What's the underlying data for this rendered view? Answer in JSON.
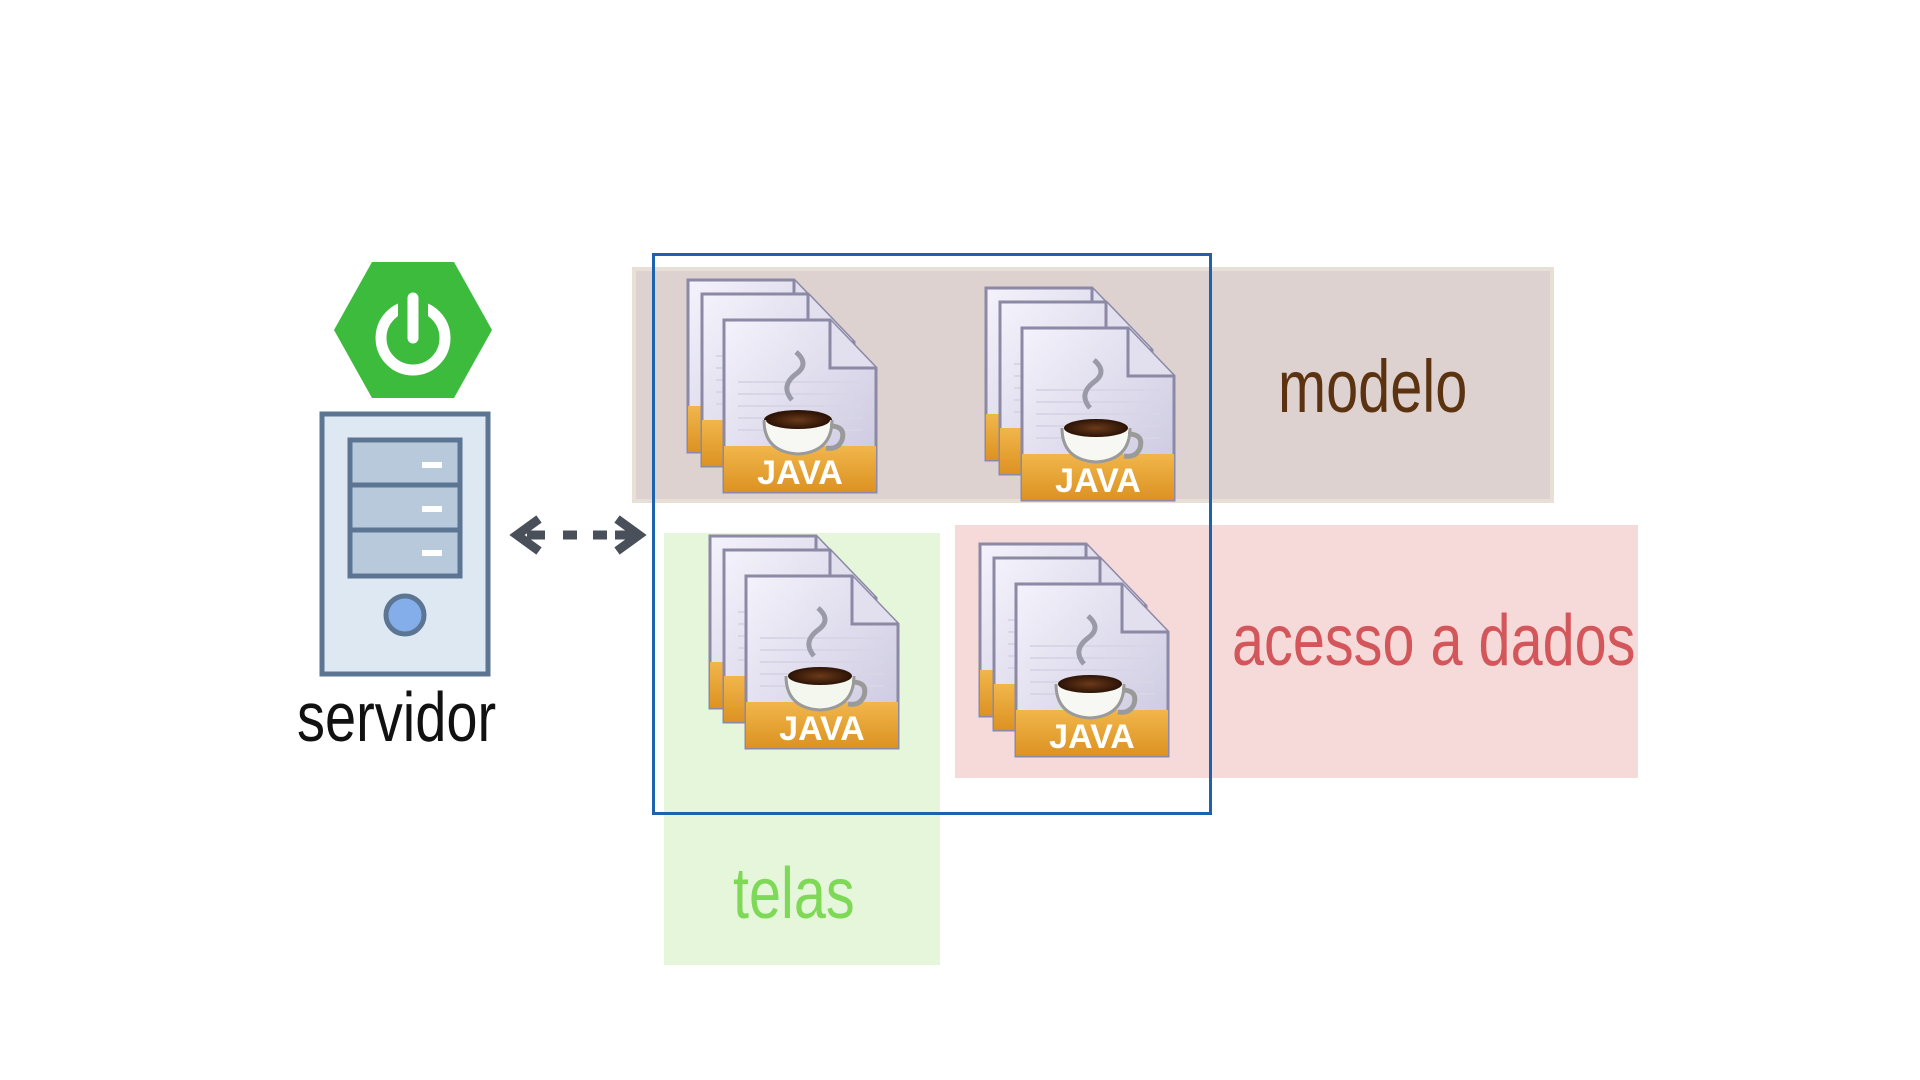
{
  "labels": {
    "modelo": "modelo",
    "acesso": "acesso a dados",
    "telas": "telas",
    "servidor": "servidor"
  },
  "file_badge": "JAVA",
  "icons": {
    "server": "server-tower-icon",
    "spring": "spring-power-icon",
    "arrow": "bidirectional-dashed-arrow-icon",
    "file": "java-file-stack-icon"
  },
  "colors": {
    "modelo_band": "#ddd2d0",
    "acesso_band": "#f6dada",
    "telas_band": "#e5f6da",
    "app_border": "#1d62ad",
    "modelo_text": "#5c3310",
    "acesso_text": "#d2565a",
    "telas_text": "#7ed957",
    "spring_green": "#3dbb3d"
  }
}
